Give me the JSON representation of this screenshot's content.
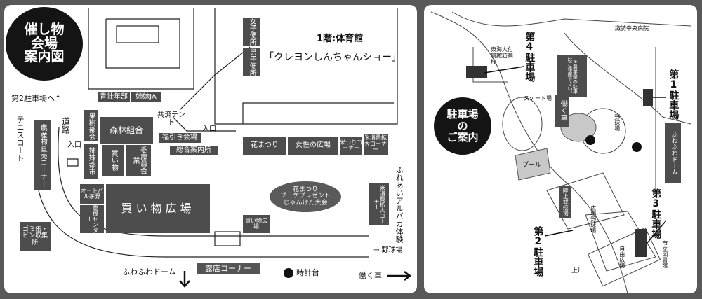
{
  "left_map": {
    "title_badge": [
      "催し物",
      "会場",
      "案内図"
    ],
    "gym_floor": "1階:体育館",
    "gym_show": "「クレヨンしんちゃんショー」",
    "womens_restroom": "女子便所",
    "mens_restroom": "男子便所",
    "parking2_arrow": "第2駐車場へ↑",
    "tennis_court": "テニスコート",
    "direct_sales": "農産物直売コーナー",
    "road": "道路",
    "entrance_left": "入口",
    "entrance_center": "入口",
    "youth_dept": "青壮年部",
    "sister_ja": "姉妹JA",
    "orchard_club": "果樹部会",
    "forest_union": "森林組合",
    "sister_city": "姉妹都市",
    "shopping_small": "買い物",
    "women_club": "委農員会業",
    "mutual_aid_tent": "共済テント",
    "lottery": "福引き会場",
    "info_center": "総合案内所",
    "hana_matsuri": "花まつり",
    "womens_plaza": "女性の広場",
    "rice_corner": "米つりコーナー",
    "rice_expand": "米消費拡大コーナー",
    "autobar": "オートバル茅野",
    "agri_center": "農機センター",
    "shopping_plaza": "買い物広場",
    "bouquet_event": [
      "花まつり",
      "ブーケプレゼント",
      "じゃんけん大会"
    ],
    "rice_expand2": "米消費拡大コーナー",
    "alpaca": "ふれあいアルパカ体験",
    "trash": "ゴミ缶・ビン収集所",
    "shopping_plaza_small": "買い物広場",
    "baseball_arrow": "→ 野球場",
    "fuwafuwa_dome": "ふわふわドーム",
    "stall_corner": "露店コーナー",
    "clock": "時計台",
    "working_car": "働く車"
  },
  "right_map": {
    "title_badge": [
      "駐車場",
      "の",
      "ご案内"
    ],
    "p4": "第4駐車場",
    "p1": "第1駐車場",
    "p3": "第3駐車場",
    "p2": "第2駐車場",
    "working_car": "働く車",
    "fuwafuwa_dome": "ふわふわドーム",
    "notice": "※農業祭の駐車はご遠慮下さい。",
    "skate": "スケート場",
    "pool": "プール",
    "baseball": "野球場",
    "athletics": "陸上競技場",
    "plaza_baseball": "広場野球場",
    "river": "上川",
    "school": "東海大付属諏訪高校",
    "city_office": "諏訪中央病院",
    "library": "市立図書館",
    "free_plaza": "自由広場"
  }
}
